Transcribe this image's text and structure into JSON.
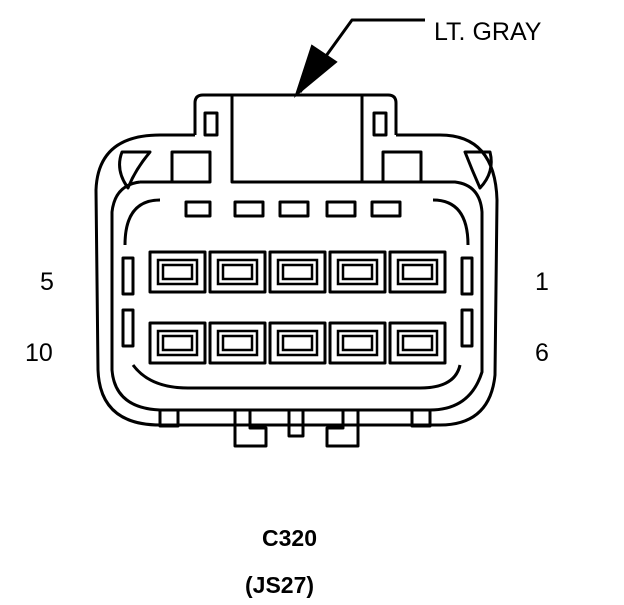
{
  "connector": {
    "color_label": "LT. GRAY",
    "id": "C320",
    "code": "(JS27)"
  },
  "pin_labels": {
    "top_left": "5",
    "bottom_left": "10",
    "top_right": "1",
    "bottom_right": "6"
  },
  "cavity_rows": 2,
  "cavities_per_row": 5,
  "colors": {
    "line": "#000000",
    "background": "#ffffff"
  }
}
